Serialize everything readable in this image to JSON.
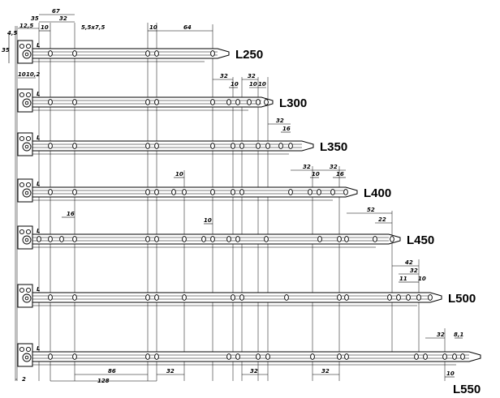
{
  "runners": [
    {
      "label": "L250",
      "holes": [
        62,
        92,
        182,
        193,
        262
      ]
    },
    {
      "label": "L300",
      "holes": [
        62,
        92,
        182,
        193,
        262,
        282,
        293,
        307,
        318,
        328
      ]
    },
    {
      "label": "L350",
      "holes": [
        62,
        92,
        182,
        193,
        262,
        287,
        298,
        318,
        330,
        346,
        358
      ]
    },
    {
      "label": "L400",
      "holes": [
        62,
        92,
        182,
        193,
        214,
        227,
        262,
        287,
        298,
        358,
        382,
        393,
        410,
        426
      ]
    },
    {
      "label": "L450",
      "holes": [
        48,
        62,
        76,
        92,
        182,
        193,
        227,
        251,
        262,
        282,
        293,
        328,
        394,
        418,
        427,
        462,
        483
      ]
    },
    {
      "label": "L500",
      "holes": [
        62,
        92,
        182,
        193,
        227,
        287,
        298,
        353,
        418,
        427,
        480,
        491,
        503,
        516,
        530
      ]
    },
    {
      "label": "L550",
      "holes": [
        62,
        92,
        182,
        193,
        282,
        293,
        318,
        330,
        385,
        418,
        427,
        513,
        524,
        548,
        560,
        570
      ]
    }
  ],
  "dimensions": {
    "top": [
      "67",
      "35",
      "32",
      "12,5",
      "10",
      "5,5x7,5",
      "10",
      "64"
    ],
    "side": [
      "4,5",
      "35"
    ],
    "row1": [
      "10",
      "10,2"
    ],
    "row2": [
      "32",
      "32",
      "10",
      "10",
      "10"
    ],
    "row3": [
      "32",
      "16"
    ],
    "row4": [
      "10",
      "32",
      "32",
      "10",
      "16"
    ],
    "row5": [
      "16",
      "10",
      "52",
      "22"
    ],
    "row6": [
      "42",
      "32",
      "11",
      "10"
    ],
    "row7": [
      "32",
      "8,1"
    ],
    "bottom": [
      "2",
      "86",
      "128",
      "32",
      "32",
      "32",
      "10"
    ]
  }
}
